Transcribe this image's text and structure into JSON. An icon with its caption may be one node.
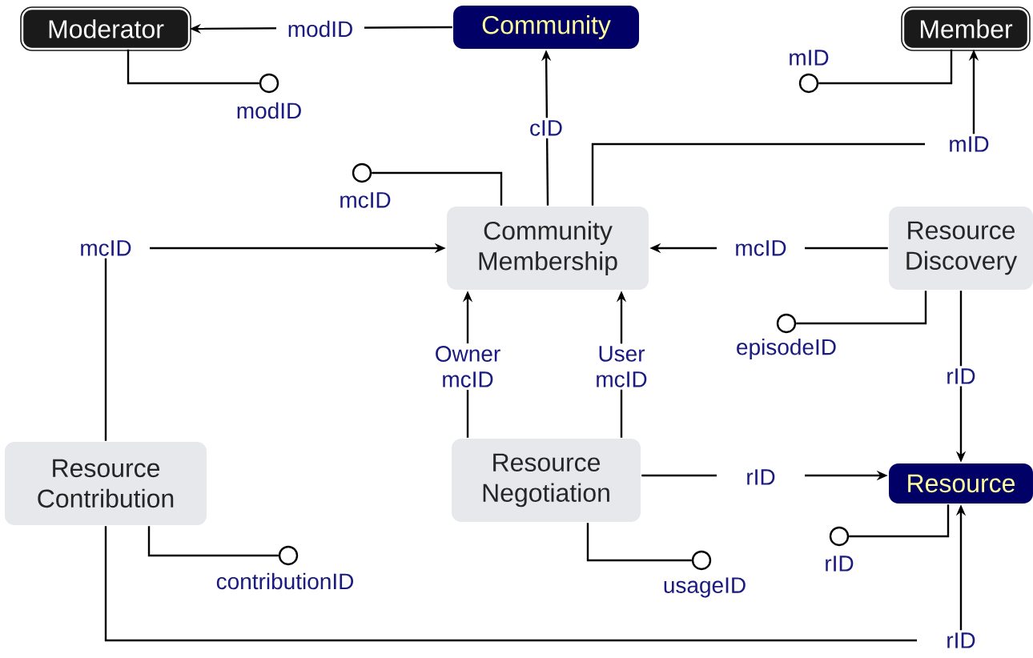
{
  "diagram": {
    "nodes": [
      {
        "text": [
          "Moderator"
        ]
      },
      {
        "text": [
          "Community"
        ]
      },
      {
        "text": [
          "Member"
        ]
      },
      {
        "text": [],
        "shape": "circle",
        "beside": [
          "modID"
        ]
      },
      {
        "text": [],
        "shape": "circle",
        "beside": [
          "mID"
        ]
      },
      {
        "text": [],
        "shape": "circle",
        "beside": [
          "mcID"
        ]
      },
      {
        "text": [
          "Community Membership"
        ]
      },
      {
        "text": [
          "Resource Discovery"
        ]
      },
      {
        "text": [],
        "shape": "circle",
        "beside": [
          "episodeID"
        ]
      },
      {
        "text": [
          "Resource Contribution"
        ]
      },
      {
        "text": [
          "Resource Negotiation"
        ]
      },
      {
        "text": [
          "Resource"
        ]
      },
      {
        "text": [],
        "shape": "circle",
        "beside": [
          "contributionID"
        ]
      },
      {
        "text": [],
        "shape": "circle",
        "beside": [
          "rID"
        ]
      },
      {
        "text": [],
        "shape": "circle",
        "beside": [
          "usageID"
        ]
      }
    ],
    "edges": [
      {
        "from": 1,
        "to": 0,
        "arrow": "to",
        "label": "modID"
      },
      {
        "from": 0,
        "to": 3,
        "arrow": "none"
      },
      {
        "from": 6,
        "to": 1,
        "arrow": "to",
        "label": "cID"
      },
      {
        "from": 6,
        "to": 2,
        "arrow": "to",
        "label": "mID"
      },
      {
        "from": 2,
        "to": 4,
        "arrow": "none"
      },
      {
        "from": 6,
        "to": 5,
        "arrow": "none"
      },
      {
        "from": 9,
        "to": 6,
        "arrow": "to",
        "label": "mcID"
      },
      {
        "from": 7,
        "to": 6,
        "arrow": "to",
        "label": "mcID"
      },
      {
        "from": 7,
        "to": 8,
        "arrow": "none"
      },
      {
        "from": 7,
        "to": 11,
        "arrow": "to",
        "label": "rID"
      },
      {
        "from": 10,
        "to": 6,
        "arrow": "to",
        "label": "Owner mcID"
      },
      {
        "from": 10,
        "to": 6,
        "arrow": "to",
        "label": "User mcID"
      },
      {
        "from": 10,
        "to": 11,
        "arrow": "to",
        "label": "rID"
      },
      {
        "from": 10,
        "to": 14,
        "arrow": "none"
      },
      {
        "from": 9,
        "to": 12,
        "arrow": "none"
      },
      {
        "from": 11,
        "to": 13,
        "arrow": "none"
      },
      {
        "from": 9,
        "to": 11,
        "arrow": "to",
        "label": "rID"
      }
    ]
  }
}
